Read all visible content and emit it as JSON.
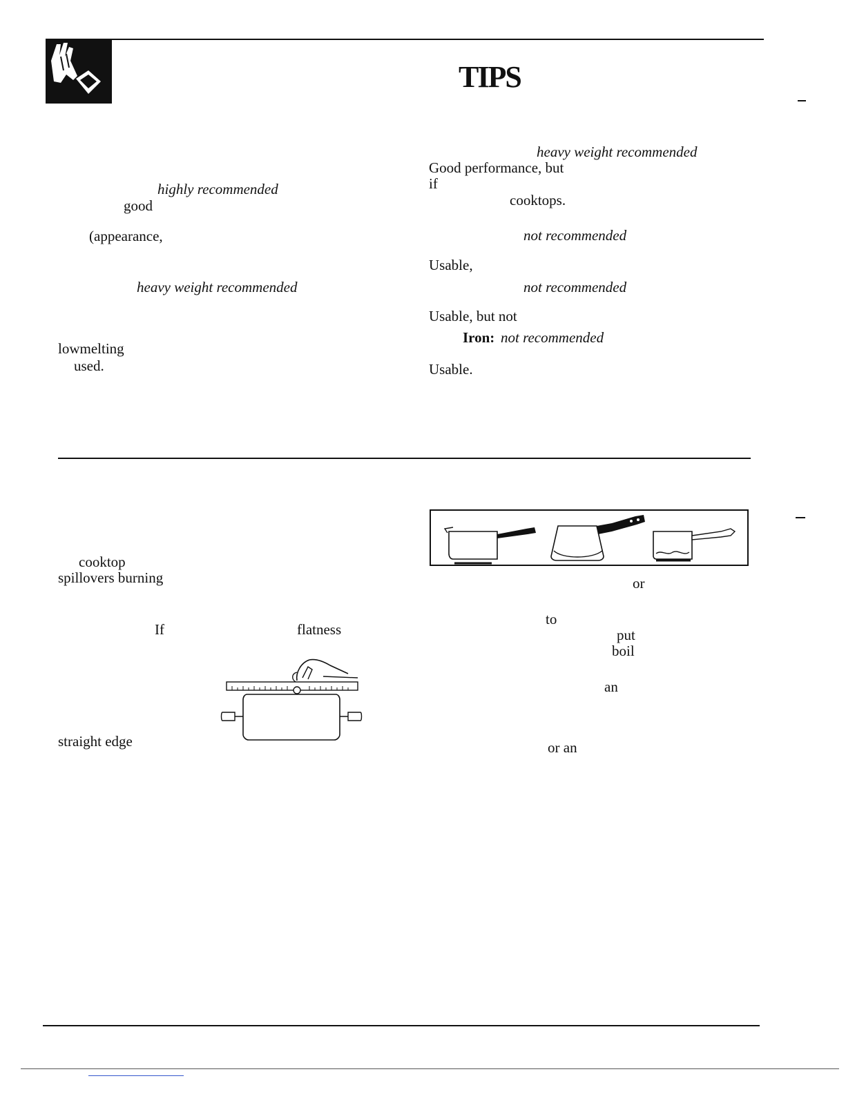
{
  "header": {
    "title": "TIPS"
  },
  "left_top": [
    "highly recommended",
    "good",
    "(appearance,",
    "heavy weight recommended",
    "lowmelting",
    "used."
  ],
  "right_top": [
    "heavy weight recommended",
    "Good performance, but",
    "if",
    "cooktops.",
    "not recommended",
    "Usable,",
    "not recommended",
    "Usable, but not",
    "Iron:",
    "not recommended",
    "Usable."
  ],
  "left_bottom": [
    "cooktop",
    "spillovers burning",
    "If",
    "flatness",
    "straight edge"
  ],
  "right_bottom": [
    "or",
    "to",
    "put",
    "boil",
    "an",
    "or an"
  ]
}
